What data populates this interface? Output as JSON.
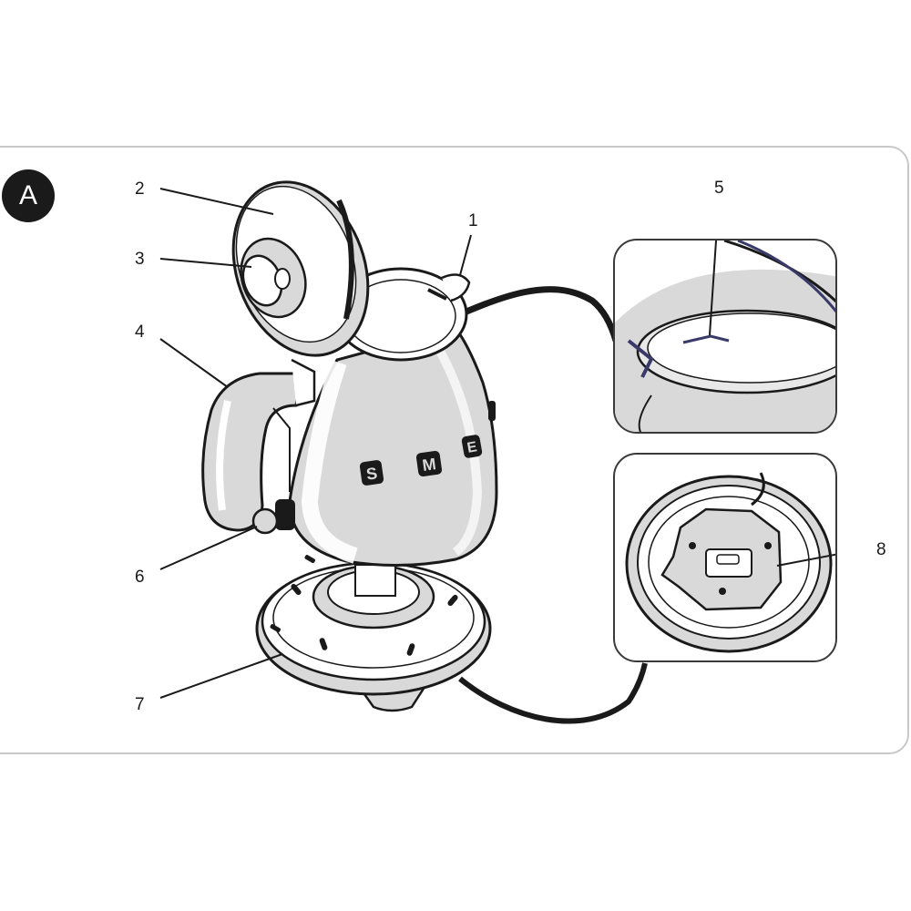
{
  "figure": {
    "badge": "A",
    "callouts": [
      {
        "id": "1",
        "label": "1"
      },
      {
        "id": "2",
        "label": "2"
      },
      {
        "id": "3",
        "label": "3"
      },
      {
        "id": "4",
        "label": "4"
      },
      {
        "id": "5",
        "label": "5"
      },
      {
        "id": "6",
        "label": "6"
      },
      {
        "id": "7",
        "label": "7"
      },
      {
        "id": "8",
        "label": "8"
      }
    ],
    "kettle_logo_letters": [
      "S",
      "M",
      "E"
    ],
    "colors": {
      "ink": "#1a1a1a",
      "shade": "#d9d9d9",
      "frame": "#c8c8c8"
    }
  }
}
